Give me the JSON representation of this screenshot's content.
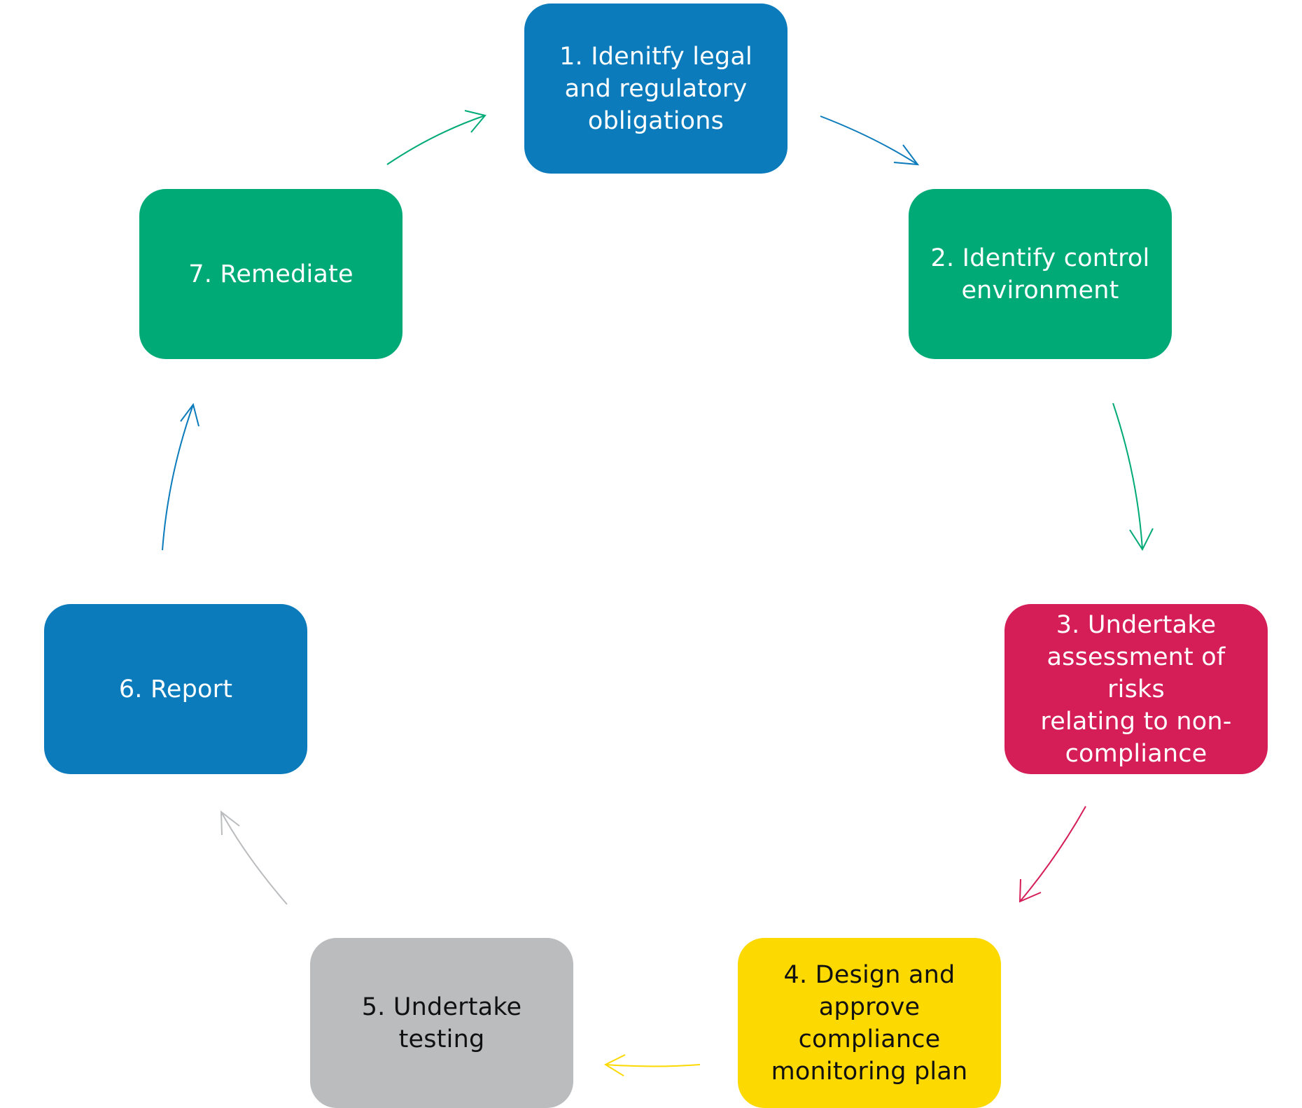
{
  "diagram": {
    "type": "cycle",
    "steps": [
      {
        "label": "1. Idenitfy legal\nand regulatory\nobligations",
        "color": "#0B7BBC",
        "text_color": "#FFFFFF"
      },
      {
        "label": "2. Identify control\nenvironment",
        "color": "#00AA77",
        "text_color": "#FFFFFF"
      },
      {
        "label": "3. Undertake\nassessment of risks\nrelating to non-\ncompliance",
        "color": "#D51D57",
        "text_color": "#FFFFFF"
      },
      {
        "label": "4. Design and\napprove\ncompliance\nmonitoring plan",
        "color": "#FCD900",
        "text_color": "#111111"
      },
      {
        "label": "5. Undertake\ntesting",
        "color": "#BBBCBE",
        "text_color": "#111111"
      },
      {
        "label": "6. Report",
        "color": "#0B7BBC",
        "text_color": "#FFFFFF"
      },
      {
        "label": "7. Remediate",
        "color": "#00AA77",
        "text_color": "#FFFFFF"
      }
    ],
    "arrows": [
      {
        "from": 1,
        "to": 2,
        "color": "#0B7BBC"
      },
      {
        "from": 2,
        "to": 3,
        "color": "#00AA77"
      },
      {
        "from": 3,
        "to": 4,
        "color": "#D51D57"
      },
      {
        "from": 4,
        "to": 5,
        "color": "#FCD900"
      },
      {
        "from": 5,
        "to": 6,
        "color": "#BBBCBE"
      },
      {
        "from": 6,
        "to": 7,
        "color": "#0B7BBC"
      },
      {
        "from": 7,
        "to": 1,
        "color": "#00AA77"
      }
    ]
  }
}
